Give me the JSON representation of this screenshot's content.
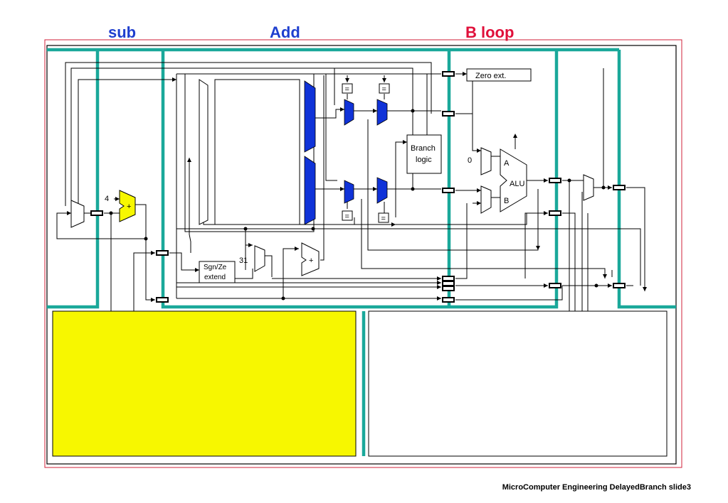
{
  "stages": {
    "sub": "sub",
    "add": "Add",
    "bloop": "B loop"
  },
  "blocks": {
    "zero_ext": "Zero ext.",
    "branch_logic_line1": "Branch",
    "branch_logic_line2": "logic",
    "sgn_ze_line1": "Sgn/Ze",
    "sgn_ze_line2": "extend",
    "alu": "ALU",
    "alu_in_a": "A",
    "alu_in_b": "B",
    "const_4": "4",
    "const_31": "31",
    "const_0": "0",
    "plus": "+",
    "equals": "="
  },
  "footer": "MicroComputer Engineering DelayedBranch slide3",
  "colors": {
    "stage_sub": "#1f3fcf",
    "stage_add": "#1f3fcf",
    "stage_bloop": "#e0103a",
    "pipeline_bars": "#1aa89a",
    "highlight_yellow": "#f7f700",
    "mux_blue": "#1033d8",
    "outer_border": "#d0203a"
  }
}
